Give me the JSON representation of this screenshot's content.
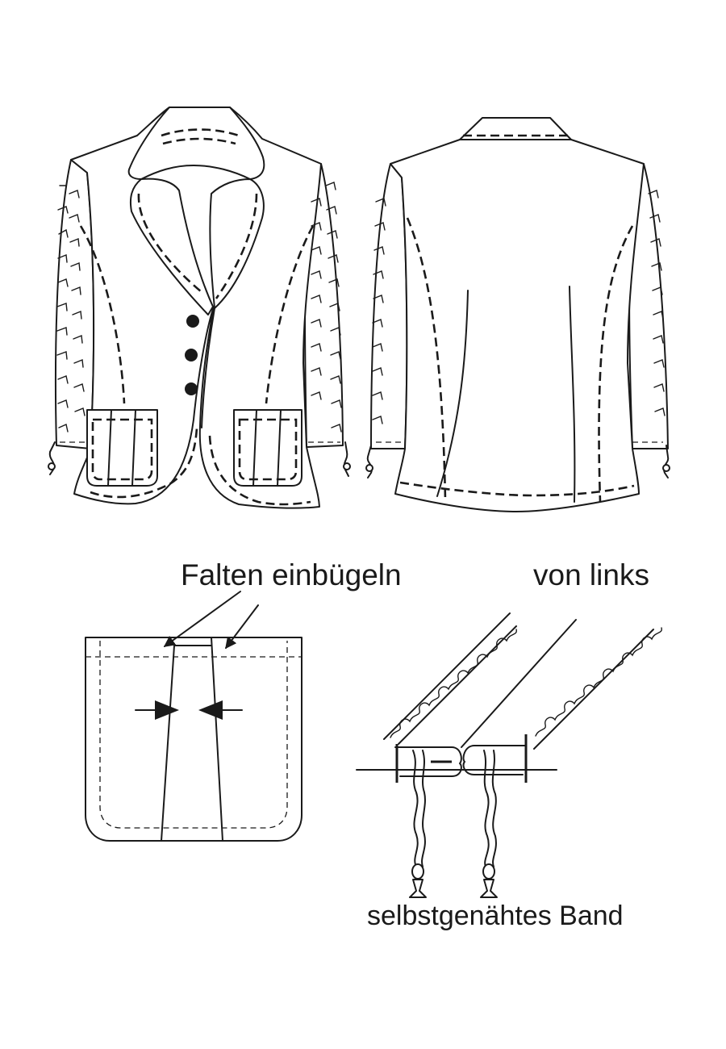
{
  "labels": {
    "press_folds": "Falten einbügeln",
    "from_wrong_side": "von links",
    "self_sewn_band": "selbstgenähtes Band"
  },
  "colors": {
    "line": "#1a1a1a",
    "background": "#ffffff"
  }
}
